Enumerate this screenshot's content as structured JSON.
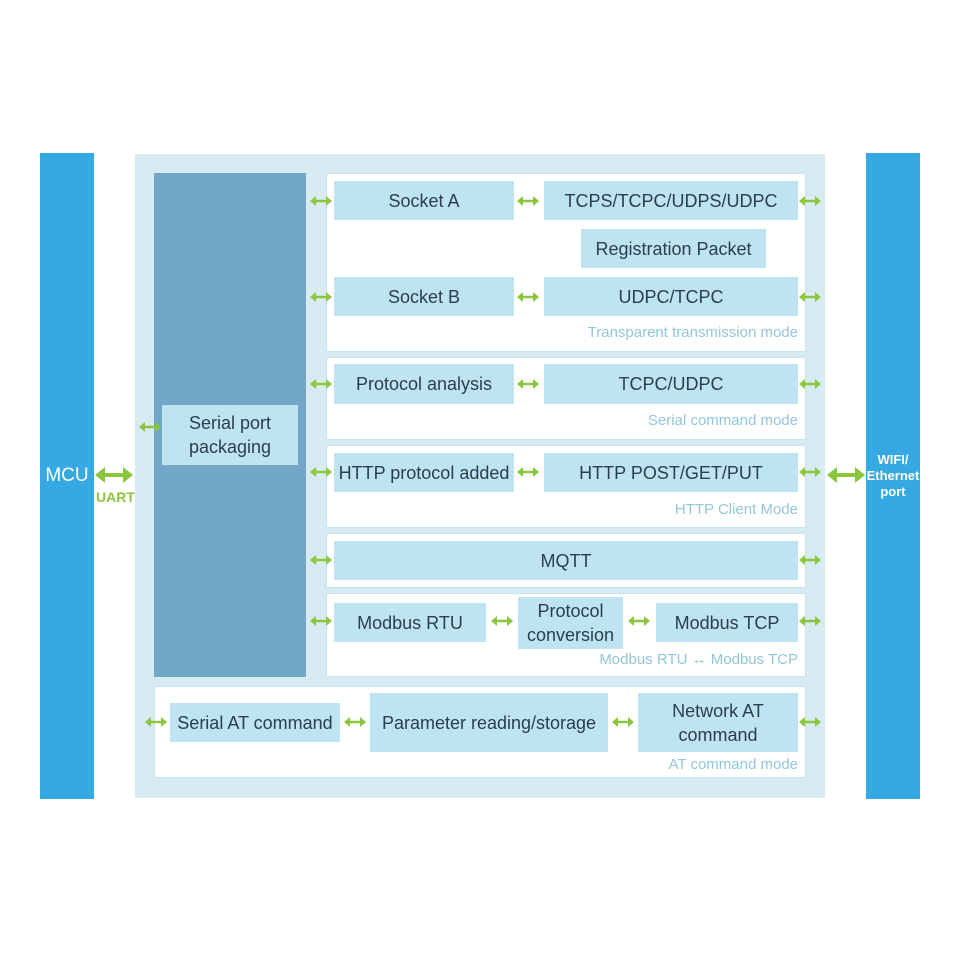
{
  "left_bar": {
    "title": "MCU",
    "interface": "UART"
  },
  "right_bar": {
    "title": "WIFI/\nEthernet\nport"
  },
  "serial_packaging": "Serial port\npackaging",
  "transparent": {
    "socket_a": "Socket A",
    "socket_a_protocols": "TCPS/TCPC/UDPS/UDPC",
    "registration": "Registration Packet",
    "socket_b": "Socket B",
    "socket_b_protocols": "UDPC/TCPC",
    "mode": "Transparent transmission mode"
  },
  "serial_command": {
    "left": "Protocol analysis",
    "right": "TCPC/UDPC",
    "mode": "Serial command mode"
  },
  "http_client": {
    "left": "HTTP protocol added",
    "right": "HTTP POST/GET/PUT",
    "mode": "HTTP Client Mode"
  },
  "mqtt": {
    "label": "MQTT"
  },
  "modbus": {
    "rtu": "Modbus RTU",
    "conversion": "Protocol\nconversion",
    "tcp": "Modbus TCP",
    "mode": "Modbus RTU ↔ Modbus TCP"
  },
  "at_command": {
    "serial": "Serial AT command",
    "params": "Parameter reading/storage",
    "network": "Network AT\ncommand",
    "mode": "AT command mode"
  },
  "colors": {
    "bar": "#36a8e2",
    "box": "#bde4f0",
    "column": "#72a7c8",
    "background": "#d8ebf3",
    "arrow": "#8cc63f",
    "mode_text": "#93c6db"
  }
}
